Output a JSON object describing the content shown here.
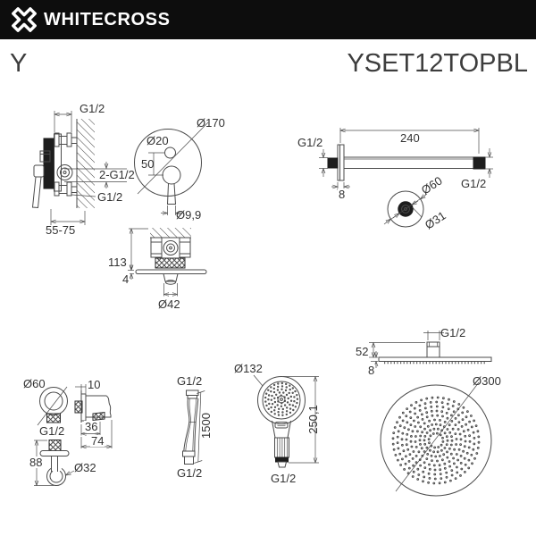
{
  "header": {
    "brand": "WHITECROSS",
    "logo_icon": "x-cross-icon"
  },
  "title": {
    "series": "Y",
    "model": "YSET12TOPBL"
  },
  "diagrams": {
    "mixer_valve_side": {
      "thread_top": "G1/2",
      "outlets": "2-G1/2",
      "thread_bottom": "G1/2",
      "mounting_depth": "55-75"
    },
    "mixer_trim_front": {
      "plate_diameter": "Ø170",
      "diverter_diameter": "Ø20",
      "handle_spacing": "50",
      "lever_diameter": "Ø9,9"
    },
    "shower_arm": {
      "length": "240",
      "thread_wall": "G1/2",
      "thread_end": "G1/2",
      "flange_depth": "8",
      "flange_diameter": "Ø60",
      "arm_diameter": "Ø31"
    },
    "valve_rough_in": {
      "height": "113",
      "plate_thickness": "4",
      "cover_diameter": "Ø42"
    },
    "outlet_holder": {
      "flange_diameter": "Ø60",
      "plate_thickness": "10",
      "thread": "G1/2",
      "depth_body": "36",
      "depth_total": "74",
      "height": "88",
      "hook_diameter": "Ø32"
    },
    "hose": {
      "thread_top": "G1/2",
      "length": "1500",
      "thread_bottom": "G1/2"
    },
    "hand_shower": {
      "head_diameter": "Ø132",
      "length": "250,1",
      "thread": "G1/2"
    },
    "overhead_shower": {
      "thread": "G1/2",
      "connector_height": "52",
      "edge_height": "8",
      "diameter": "Ø300"
    }
  },
  "colors": {
    "line": "#4b4b4b",
    "text": "#333333",
    "black_fill": "#1d1d1d",
    "header_bg": "#0d0d0d"
  }
}
